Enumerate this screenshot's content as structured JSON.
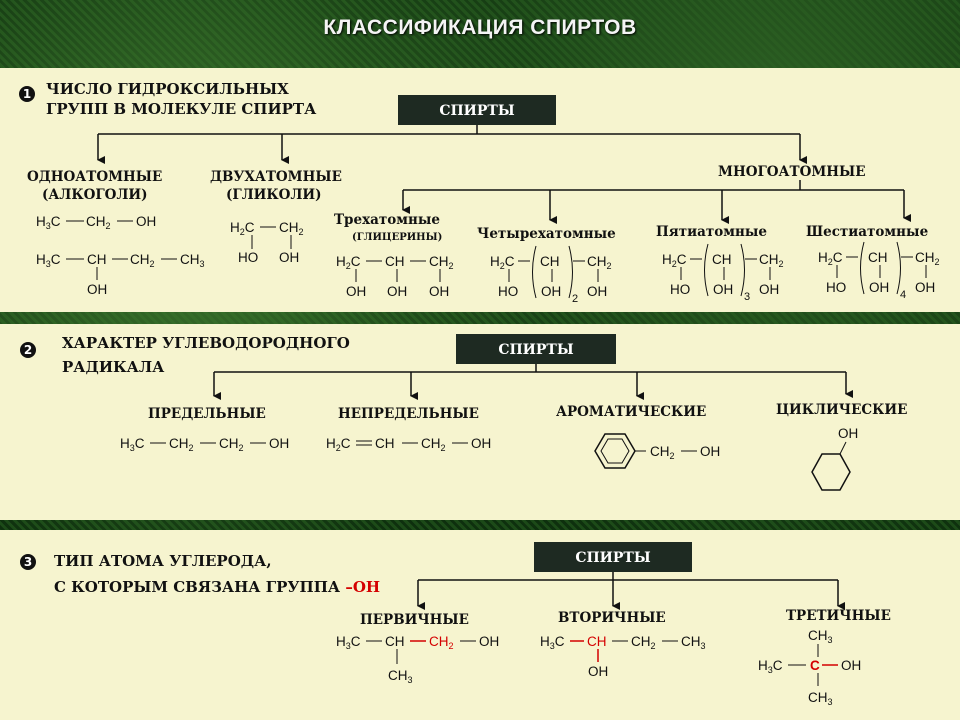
{
  "title": "КЛАССИФИКАЦИЯ СПИРТОВ",
  "section1": {
    "number": "1",
    "heading_line1": "ЧИСЛО ГИДРОКСИЛЬНЫХ",
    "heading_line2": "ГРУПП В МОЛЕКУЛЕ СПИРТА",
    "box": "СПИРТЫ",
    "mono_label": "ОДНОАТОМНЫЕ",
    "mono_sub": "(АЛКОГОЛИ)",
    "di_label": "ДВУХАТОМНЫЕ",
    "di_sub": "(ГЛИКОЛИ)",
    "poly_label": "МНОГОАТОМНЫЕ",
    "tri_label": "Трехатомные",
    "tri_sub": "(ГЛИЦЕРИНЫ)",
    "tetra_label": "Четырехатомные",
    "penta_label": "Пятиатомные",
    "hexa_label": "Шестиатомные",
    "n_tetra": "2",
    "n_penta": "3",
    "n_hexa": "4"
  },
  "section2": {
    "number": "2",
    "heading_line1": "ХАРАКТЕР УГЛЕВОДОРОДНОГО",
    "heading_line2": "РАДИКАЛА",
    "box": "СПИРТЫ",
    "sat_label": "ПРЕДЕЛЬНЫЕ",
    "unsat_label": "НЕПРЕДЕЛЬНЫЕ",
    "arom_label": "АРОМАТИЧЕСКИЕ",
    "cyc_label": "ЦИКЛИЧЕСКИЕ"
  },
  "section3": {
    "number": "3",
    "heading_line1": "ТИП АТОМА УГЛЕРОДА,",
    "heading_line2": "С КОТОРЫМ СВЯЗАНА ГРУППА",
    "heading_group": "–ОН",
    "box": "СПИРТЫ",
    "prim_label": "ПЕРВИЧНЫЕ",
    "sec_label": "ВТОРИЧНЫЕ",
    "tert_label": "ТРЕТИЧНЫЕ"
  },
  "colors": {
    "panel": "#f6f4cf",
    "box": "#1e2a22",
    "accent": "#d40000"
  }
}
